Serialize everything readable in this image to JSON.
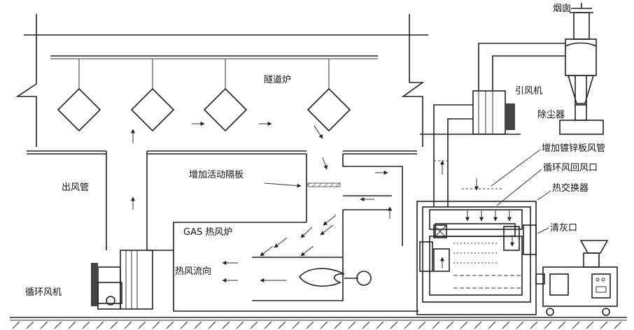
{
  "labels": {
    "chimney": "烟囱",
    "tunnel_furnace": "隧道炉",
    "induced_fan": "引风机",
    "dust_collector": "除尘器",
    "galvanized_duct": "增加镀锌板风管",
    "return_air_port": "循环风回风口",
    "heat_exchanger": "热交换器",
    "outlet_duct": "出风管",
    "movable_baffle": "增加活动隔板",
    "gas_furnace": "GAS 热风炉",
    "cleanout_port": "清灰口",
    "hot_air_direction": "热风流向",
    "circulation_fan": "循环风机"
  },
  "colors": {
    "line": "#222222",
    "background": "#ffffff"
  }
}
